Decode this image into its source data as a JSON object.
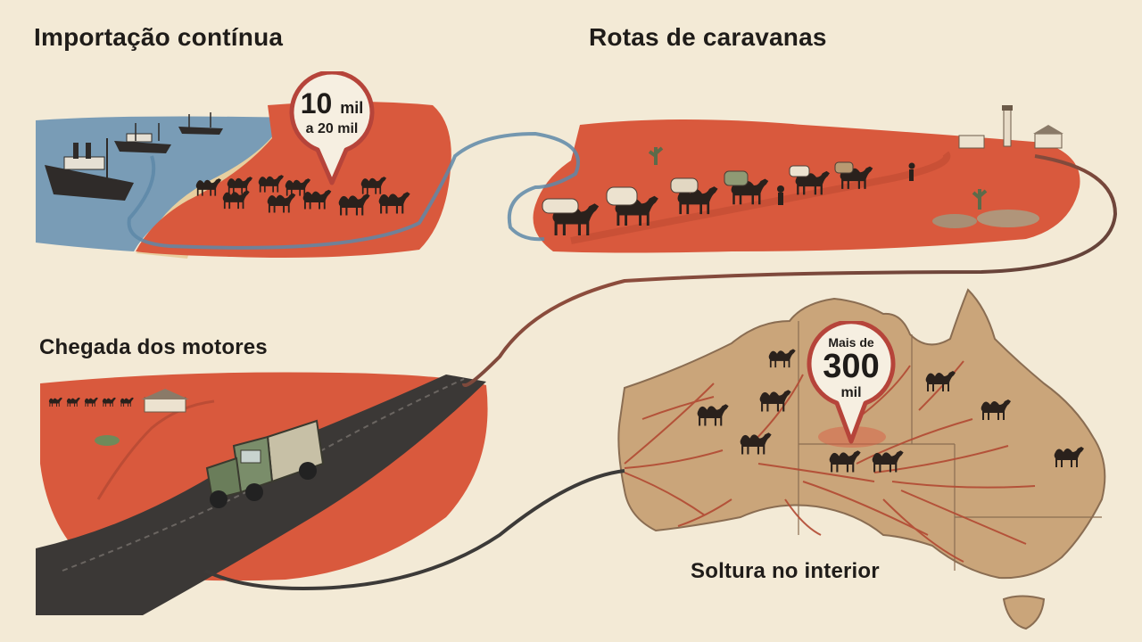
{
  "titles": {
    "import": "Importação contínua",
    "caravans": "Rotas de caravanas",
    "motors": "Chegada dos motores",
    "release": "Soltura no interior"
  },
  "pins": {
    "import": {
      "line1": "10",
      "line1_unit": "mil",
      "line2": "a 20 mil"
    },
    "release": {
      "top": "Mais de",
      "value": "300",
      "unit": "mil"
    }
  },
  "icons": [
    "ship-icon",
    "camel-icon",
    "truck-icon",
    "map-pin-icon",
    "cactus-icon",
    "lighthouse-icon"
  ],
  "colors": {
    "background": "#f3ead6",
    "desert": "#d9593d",
    "sea": "#5d88a8",
    "map_land": "#caa57a",
    "route": "#c0583f",
    "pin_border": "#b6443a"
  }
}
